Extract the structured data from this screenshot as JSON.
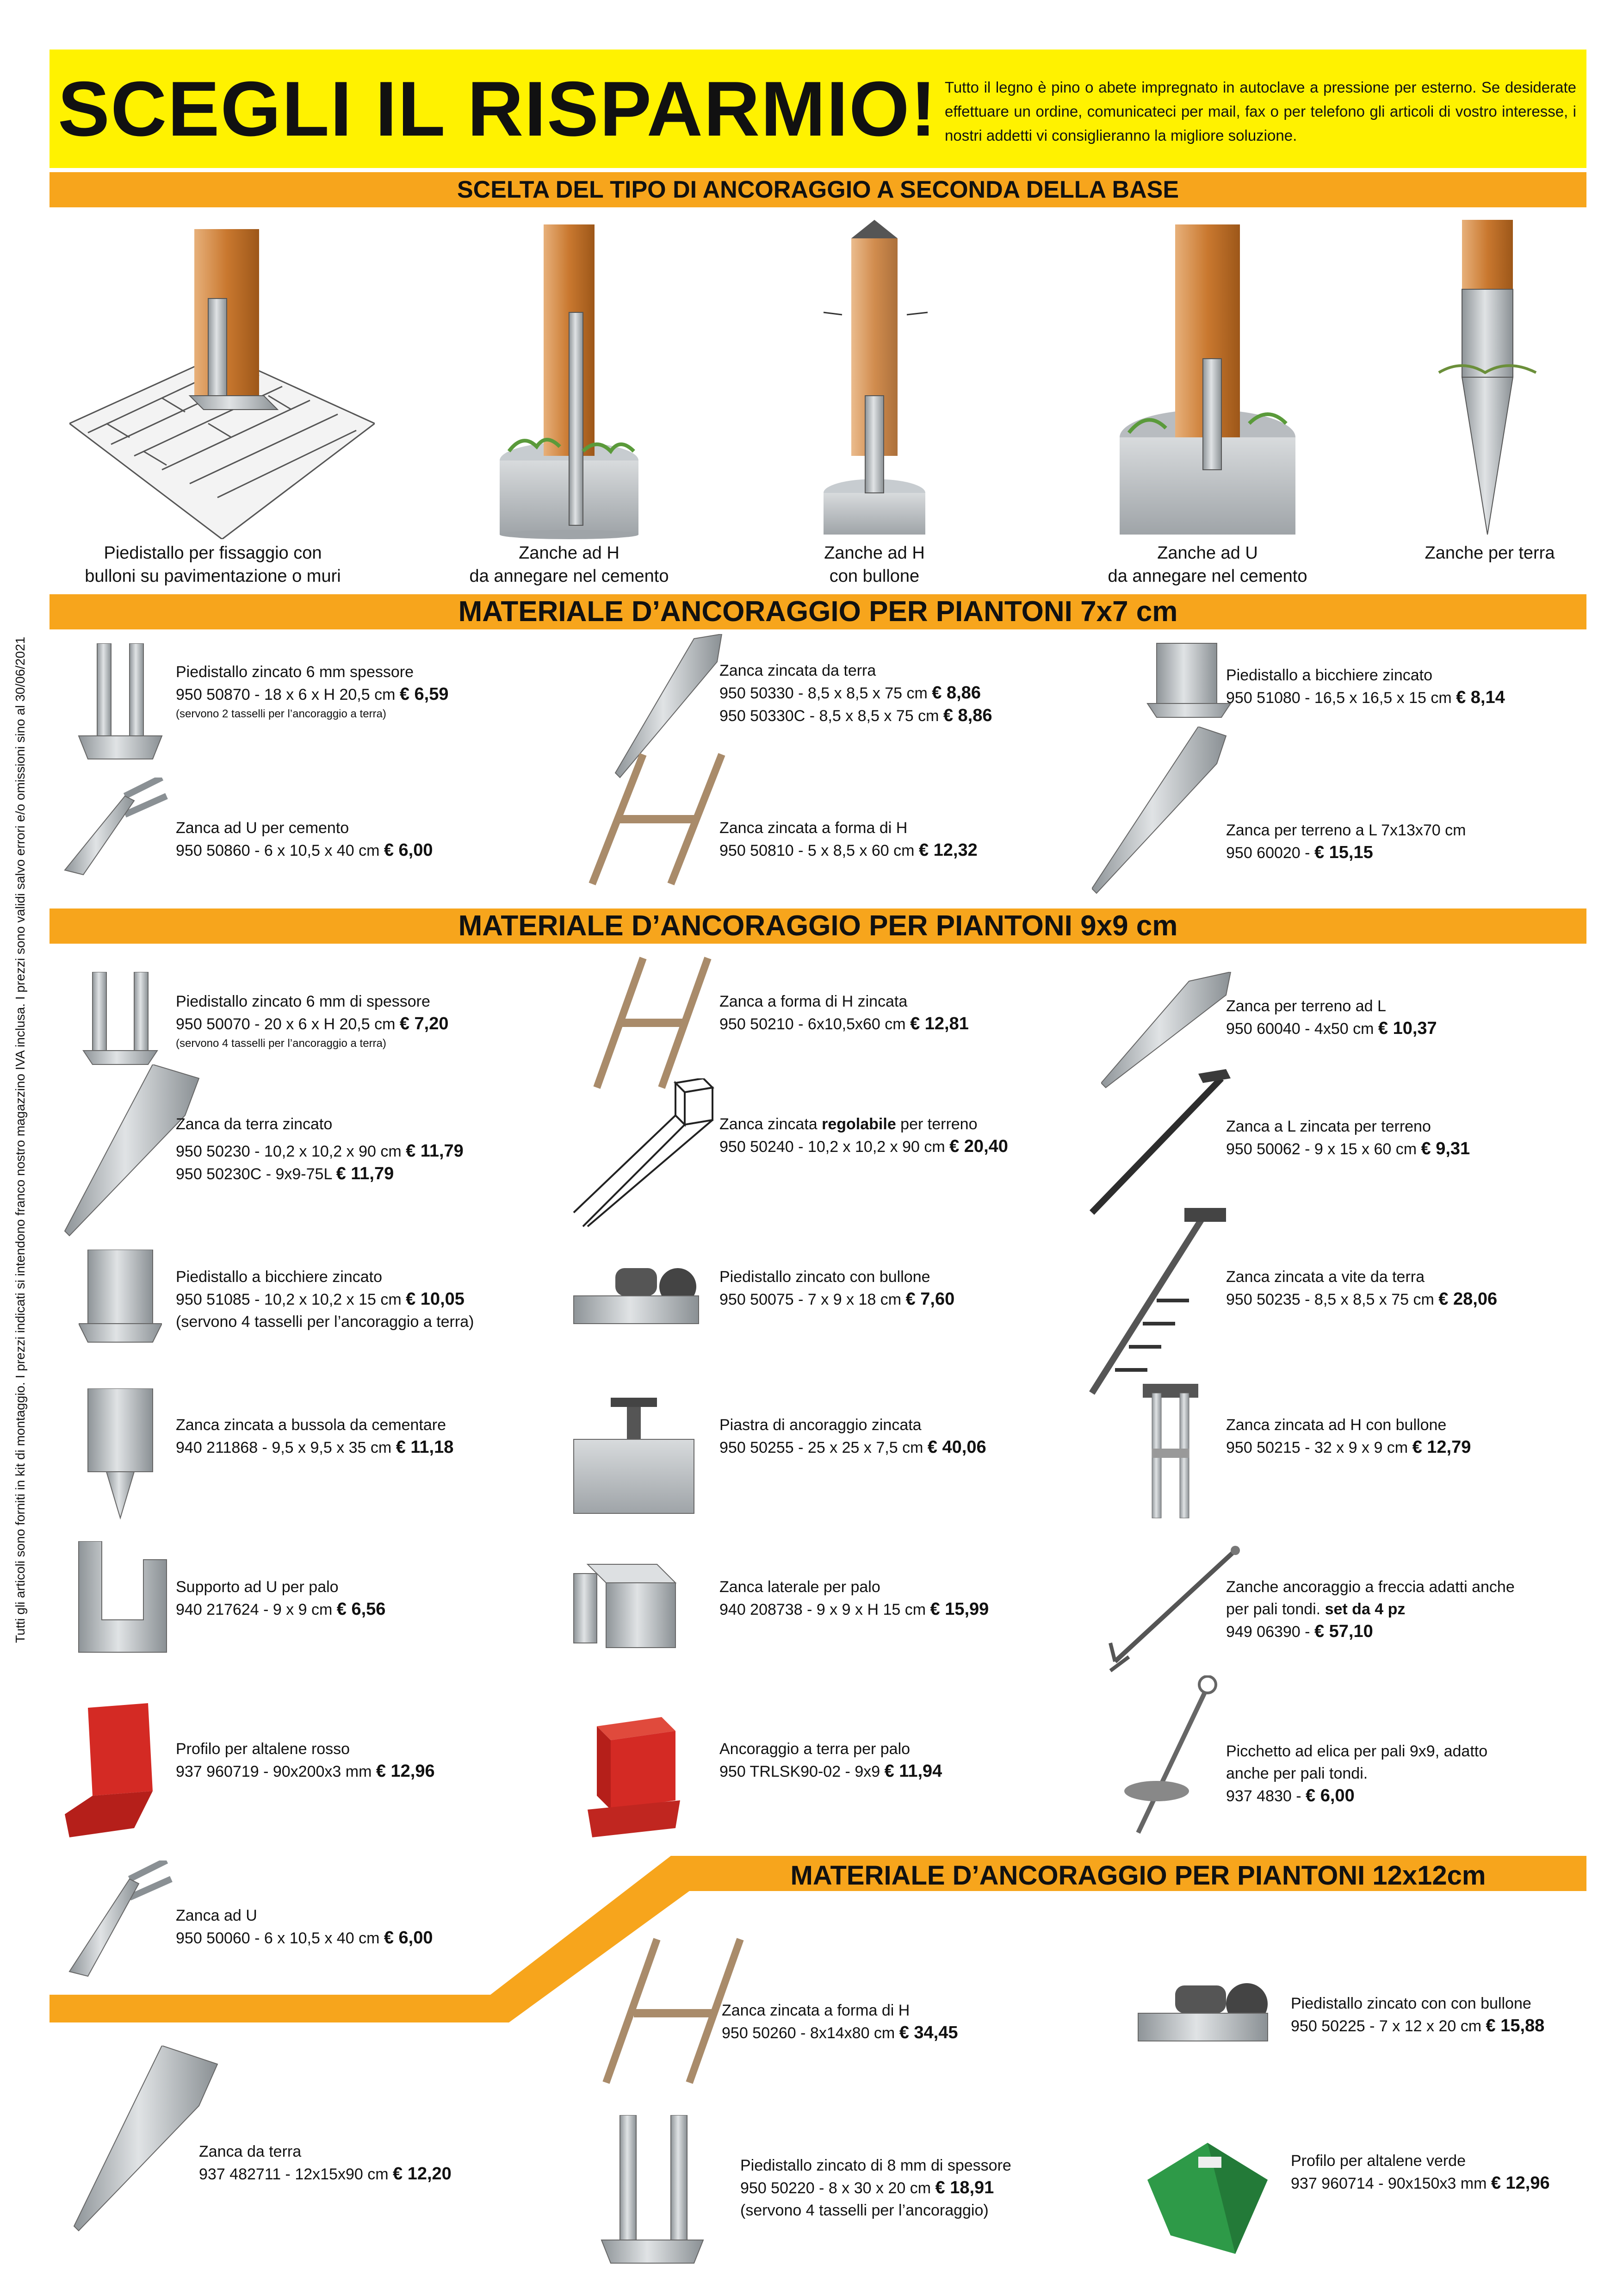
{
  "header": {
    "title": "SCEGLI IL RISPARMIO!",
    "intro": "Tutto il legno è pino o abete impregnato in autoclave a pressione per esterno. Se desiderate effettuare un ordine, comunicateci per mail, fax o per telefono gli articoli di vostro interesse, i nostri addetti vi consiglieranno la migliore soluzione."
  },
  "vertical_note": "Tutti gli articoli sono forniti in kit di montaggio. I prezzi indicati si intendono franco nostro magazzino IVA inclusa. I prezzi sono validi salvo errori e/o omissioni sino al 30/06/2021",
  "section_base": {
    "heading": "SCELTA DEL TIPO DI ANCORAGGIO A SECONDA DELLA BASE",
    "types": [
      {
        "line1": "Piedistallo per fissaggio con",
        "line2": "bulloni su pavimentazione o muri"
      },
      {
        "line1": "Zanche ad H",
        "line2": "da annegare nel cemento"
      },
      {
        "line1": "Zanche ad H",
        "line2": "con bullone"
      },
      {
        "line1": "Zanche ad U",
        "line2": "da annegare nel cemento"
      },
      {
        "line1": "Zanche per terra",
        "line2": ""
      }
    ]
  },
  "section_7x7": {
    "heading": "MATERIALE D’ANCORAGGIO PER PIANTONI 7x7 cm",
    "items": [
      {
        "name": "Piedistallo zincato 6 mm spessore",
        "code": "950 50870 - 18 x 6 x H 20,5 cm",
        "price": "€ 6,59",
        "note": "(servono 2 tasselli per l’ancoraggio a terra)"
      },
      {
        "name": "Zanca zincata da terra",
        "code": "950 50330 - 8,5 x 8,5 x 75 cm",
        "price": "€ 8,86",
        "code2": "950 50330C - 8,5 x 8,5 x 75 cm",
        "price2": "€ 8,86"
      },
      {
        "name": "Piedistallo a bicchiere zincato",
        "code": "950 51080 - 16,5 x 16,5 x 15 cm",
        "price": "€  8,14"
      },
      {
        "name": "Zanca ad U per cemento",
        "code": "950 50860 - 6 x 10,5 x 40 cm",
        "price": "€ 6,00"
      },
      {
        "name": "Zanca zincata a forma di H",
        "code": "950 50810 - 5 x 8,5 x 60 cm",
        "price": "€ 12,32"
      },
      {
        "name": "Zanca per terreno a L 7x13x70 cm",
        "code": "950 60020 -",
        "price": "€ 15,15"
      }
    ]
  },
  "section_9x9": {
    "heading": "MATERIALE D’ANCORAGGIO PER PIANTONI 9x9 cm",
    "items": [
      {
        "name": "Piedistallo zincato 6 mm di spessore",
        "code": "950 50070 - 20 x 6 x H 20,5 cm",
        "price": "€ 7,20",
        "note": "(servono 4 tasselli per l’ancoraggio a terra)"
      },
      {
        "name": "Zanca a forma di H zincata",
        "code": "950 50210 - 6x10,5x60 cm",
        "price": "€ 12,81"
      },
      {
        "name": "Zanca per terreno ad L",
        "code": "950 60040 - 4x50 cm",
        "price": "€ 10,37"
      },
      {
        "name": "Zanca da terra zincato",
        "code": "950 50230 - 10,2 x 10,2 x 90 cm",
        "price": "€ 11,79",
        "code2": "950 50230C - 9x9-75L",
        "price2": "€ 11,79"
      },
      {
        "name_a": "Zanca zincata ",
        "name_b": "regolabile",
        "name_c": " per terreno",
        "code": "950 50240 - 10,2 x 10,2 x 90 cm",
        "price": "€ 20,40"
      },
      {
        "name": "Zanca a L zincata per terreno",
        "code": "950 50062 - 9 x 15 x 60 cm",
        "price": "€ 9,31"
      },
      {
        "name": "Piedistallo a bicchiere zincato",
        "code": "950 51085 - 10,2 x 10,2 x 15 cm",
        "price": "€ 10,05",
        "note": "(servono 4 tasselli per l’ancoraggio a terra)"
      },
      {
        "name": "Piedistallo zincato con bullone",
        "code": "950 50075 - 7 x 9 x 18 cm",
        "price": "€ 7,60"
      },
      {
        "name": "Zanca zincata a vite da terra",
        "code": "950 50235 - 8,5 x 8,5 x 75 cm",
        "price": "€ 28,06"
      },
      {
        "name": "Zanca zincata a bussola da cementare",
        "code": "940 211868 - 9,5 x 9,5 x 35 cm",
        "price": "€ 11,18"
      },
      {
        "name": "Piastra di ancoraggio zincata",
        "code": "950 50255 - 25 x 25 x 7,5 cm",
        "price": "€ 40,06"
      },
      {
        "name": "Zanca zincata ad H con bullone",
        "code": "950 50215 - 32 x 9 x 9 cm",
        "price": "€ 12,79"
      },
      {
        "name": "Supporto ad U per palo",
        "code": "940 217624 - 9 x 9 cm",
        "price": "€ 6,56"
      },
      {
        "name": "Zanca laterale per palo",
        "code": "940 208738 - 9 x 9 x H 15 cm",
        "price": "€ 15,99"
      },
      {
        "name": "Zanche ancoraggio a freccia adatti anche",
        "name2": "per pali tondi. ",
        "name2b": "set da 4 pz",
        "code": "949 06390 -",
        "price": "€ 57,10"
      },
      {
        "name": "Profilo per altalene rosso",
        "code": "937 960719 - 90x200x3 mm",
        "price": "€ 12,96"
      },
      {
        "name": "Ancoraggio a terra per palo",
        "code": "950 TRLSK90-02 - 9x9",
        "price": "€ 11,94"
      },
      {
        "name": "Picchetto ad elica per pali 9x9, adatto",
        "name2": "anche per pali tondi.",
        "code": "937 4830 -",
        "price": "€ 6,00"
      },
      {
        "name": "Zanca ad U",
        "code": "950 50060 - 6 x 10,5 x 40 cm",
        "price": "€ 6,00"
      },
      {
        "name": "Zanca da terra",
        "code": "937 482711 - 12x15x90 cm",
        "price": "€ 12,20"
      }
    ]
  },
  "section_12x12": {
    "heading": "MATERIALE D’ANCORAGGIO PER PIANTONI 12x12cm",
    "items": [
      {
        "name": "Zanca zincata a forma di H",
        "code": "950 50260 - 8x14x80 cm",
        "price": "€ 34,45"
      },
      {
        "name": "Piedistallo zincato con con bullone",
        "code": "950 50225 - 7 x 12 x 20 cm",
        "price": "€ 15,88"
      },
      {
        "name": "Piedistallo zincato di 8 mm di spessore",
        "code": "950 50220 - 8 x 30 x 20 cm",
        "price": "€ 18,91",
        "note": "(servono 4 tasselli per l’ancoraggio)"
      },
      {
        "name": "Profilo per altalene verde",
        "code": "937 960714 - 90x150x3 mm",
        "price": "€ 12,96"
      }
    ]
  },
  "colors": {
    "header_yellow": "#fff200",
    "band_orange": "#f7a51c",
    "wood": "#c9782f",
    "steel": "#b7bcc0",
    "red_profile": "#d42a24",
    "green_profile": "#2e9a48"
  }
}
